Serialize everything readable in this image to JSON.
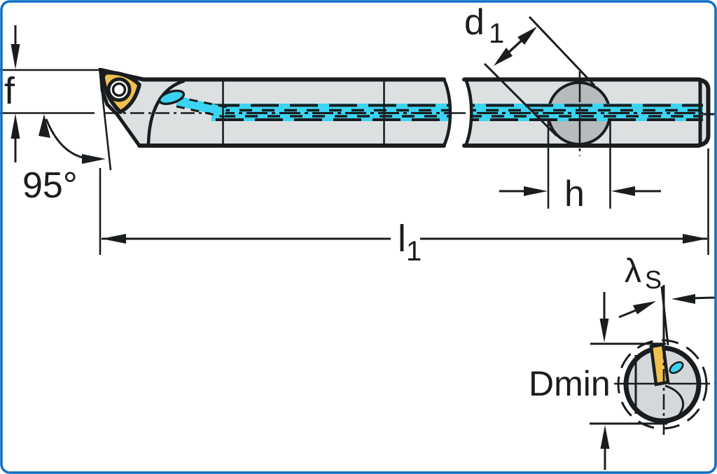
{
  "drawing": {
    "title": "boring-bar-technical-drawing",
    "labels": {
      "f": "f",
      "lead_angle": "95°",
      "d1": {
        "main": "d",
        "sub": "1"
      },
      "h": "h",
      "l1": {
        "main": "l",
        "sub": "1"
      },
      "lambda_s": {
        "main": "λ",
        "sub": "S"
      },
      "dmin": "Dmin"
    },
    "colors": {
      "outline": "#1a1d1f",
      "body_gray": "#dce0e1",
      "boss_gray": "#b6bbbd",
      "section_gray": "#d4d8da",
      "insert_yellow": "#f0c050",
      "coolant_cyan": "#3bd4f2",
      "border_blue": "#0b6fc6"
    }
  }
}
